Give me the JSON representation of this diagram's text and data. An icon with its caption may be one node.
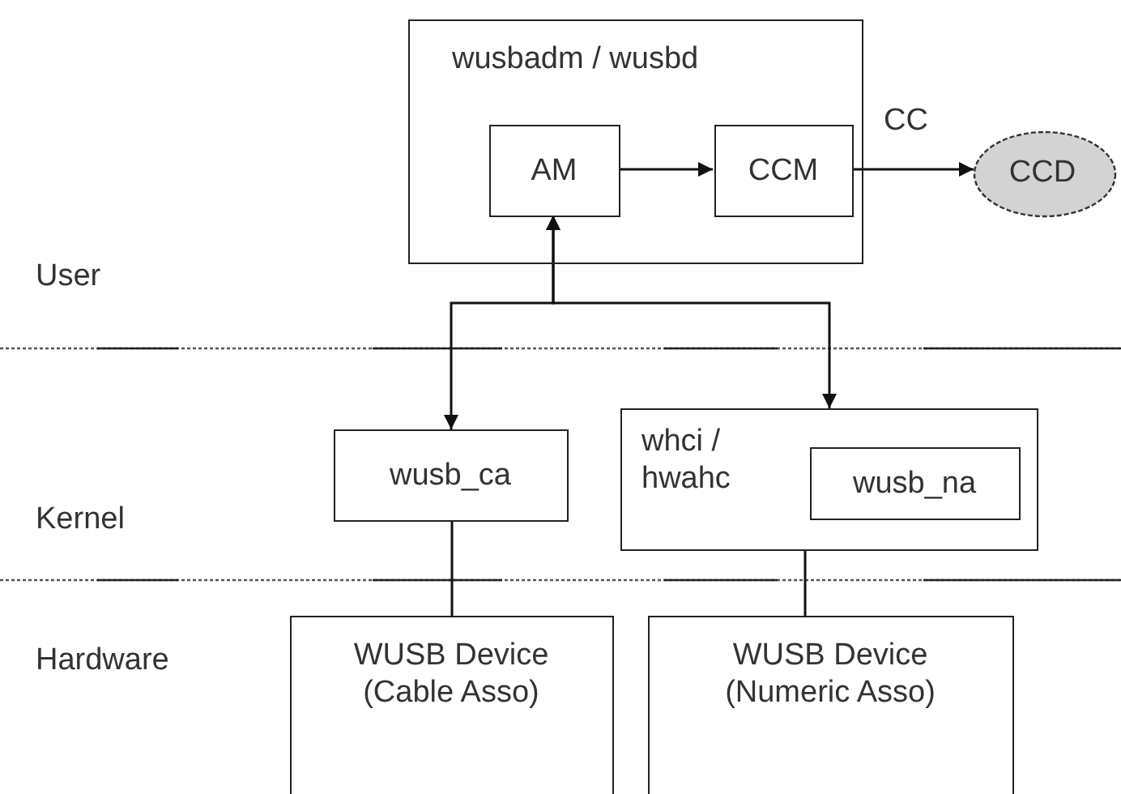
{
  "diagram": {
    "nodes": [
      {
        "text": [
          "wusbadm / wusbd"
        ]
      },
      {
        "text": [
          "AM"
        ],
        "in": 0
      },
      {
        "text": [
          "CCM"
        ],
        "in": 0
      },
      {
        "text": [
          "CCD"
        ]
      },
      {
        "text": [
          "wusb_ca"
        ]
      },
      {
        "text": [
          "whci / hwahc"
        ]
      },
      {
        "text": [
          "wusb_na"
        ],
        "in": 5
      },
      {
        "text": [
          "WUSB Device (Cable Asso)"
        ]
      },
      {
        "text": [
          "WUSB Device (Numeric Asso)"
        ]
      }
    ],
    "edges": [
      {
        "from": 1,
        "to": 2,
        "arrow": "to"
      },
      {
        "from": 2,
        "to": 3,
        "arrow": "to",
        "label": "CC"
      },
      {
        "from": 1,
        "to": 4,
        "arrow": "both"
      },
      {
        "from": 1,
        "to": 5,
        "arrow": "both"
      },
      {
        "from": 4,
        "to": 7,
        "arrow": "none"
      },
      {
        "from": 5,
        "to": 8,
        "arrow": "none"
      }
    ],
    "labels": [
      "User",
      "Kernel",
      "Hardware"
    ]
  }
}
